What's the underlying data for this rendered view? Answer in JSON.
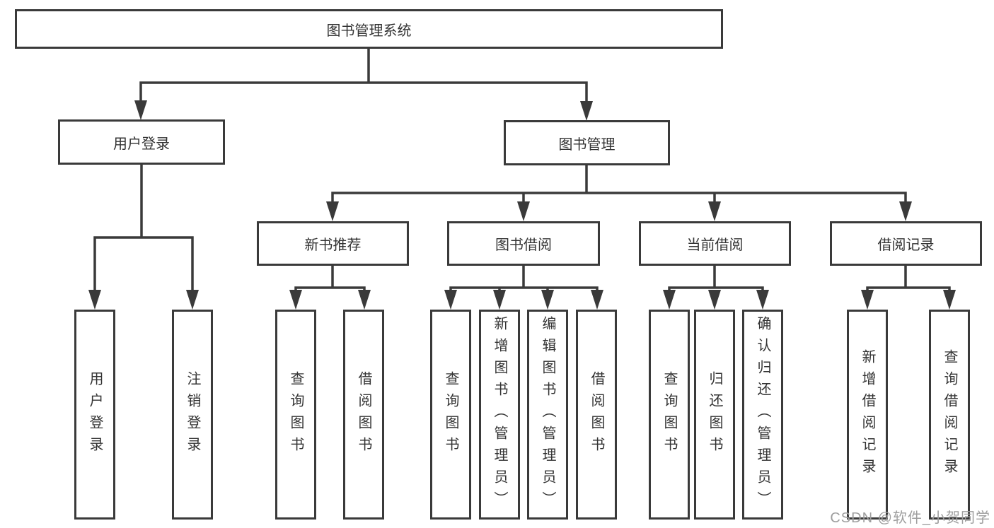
{
  "diagram": {
    "root": {
      "label": "图书管理系统"
    },
    "level2": {
      "user_login": {
        "label": "用户登录"
      },
      "book_management": {
        "label": "图书管理"
      }
    },
    "level3": {
      "new_book_recommend": {
        "label": "新书推荐"
      },
      "book_borrowing": {
        "label": "图书借阅"
      },
      "current_borrowing": {
        "label": "当前借阅"
      },
      "borrowing_records": {
        "label": "借阅记录"
      }
    },
    "leaves": {
      "user_login": [
        "用户登录",
        "注销登录"
      ],
      "new_book_recommend": [
        "查询图书",
        "借阅图书"
      ],
      "book_borrowing": [
        "查询图书",
        "新增图书（管理员）",
        "编辑图书（管理员）",
        "借阅图书"
      ],
      "current_borrowing": [
        "查询图书",
        "归还图书",
        "确认归还（管理员）"
      ],
      "borrowing_records": [
        "新增借阅记录",
        "查询借阅记录"
      ]
    },
    "colors": {
      "line": "#3a3a3a",
      "text": "#333333",
      "box_background": "#ffffff",
      "watermark": "#9e9e9e"
    }
  },
  "watermark": {
    "text": "CSDN @软件_小贺同学"
  }
}
